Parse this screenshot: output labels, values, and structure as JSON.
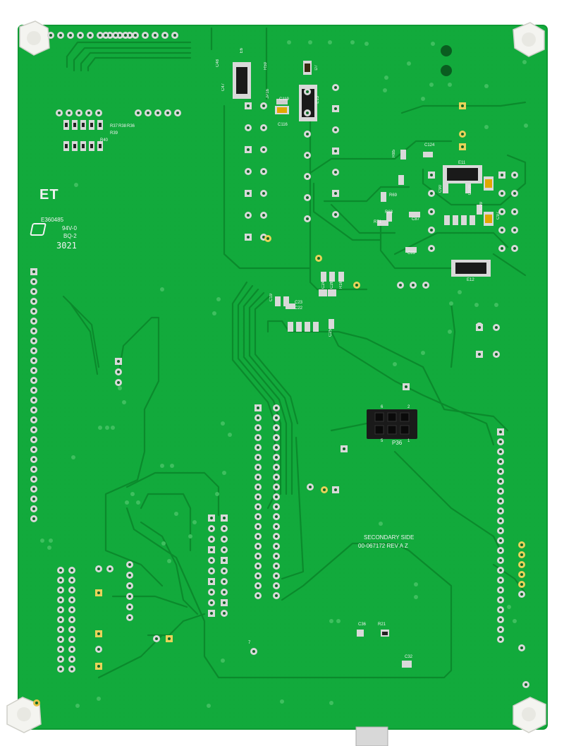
{
  "board": {
    "colors": {
      "solder_mask": "#11a83a",
      "trace": "#0d8d2f",
      "pad": "#d9d9d9",
      "silkscreen": "#f2f2f2",
      "gold_pad": "#e8d25a",
      "standoff": "#f4f4f0"
    },
    "markings": {
      "main_logo": "ET",
      "ul_code": "E360485",
      "rating": "94V-0",
      "date_a": "BQ-2",
      "date_b": "3021",
      "side_label": "SECONDARY SIDE",
      "part_number": "00-067172 REV A Z",
      "connector_label": "P36",
      "pin_6": "6",
      "pin_2": "2",
      "pin_5": "5",
      "pin_1": "1",
      "pad_7": "7"
    },
    "refdes": {
      "c47": "C47",
      "c48": "C48",
      "e6": "E6",
      "r59": "R59",
      "c119": "C119",
      "c116": "C116",
      "jp16": "JP16",
      "d7": "D7",
      "e13": "E13",
      "c124": "C124",
      "r85": "R85",
      "e11": "E11",
      "c90": "C90",
      "c100": "C100",
      "c99": "C99",
      "c97": "C97",
      "r69": "R69",
      "r68": "R68",
      "r71": "R71",
      "c87": "C87",
      "c89": "C89",
      "e12": "E12",
      "r37": "R37",
      "r38": "R38",
      "r39": "R39",
      "r40": "R40",
      "r36": "R36",
      "c24": "C24",
      "c26": "C26",
      "r16": "R16",
      "c19": "C19",
      "c23": "C23",
      "c22": "C22",
      "c25": "C25",
      "c36": "C36",
      "r21": "R21",
      "c32": "C32"
    }
  }
}
